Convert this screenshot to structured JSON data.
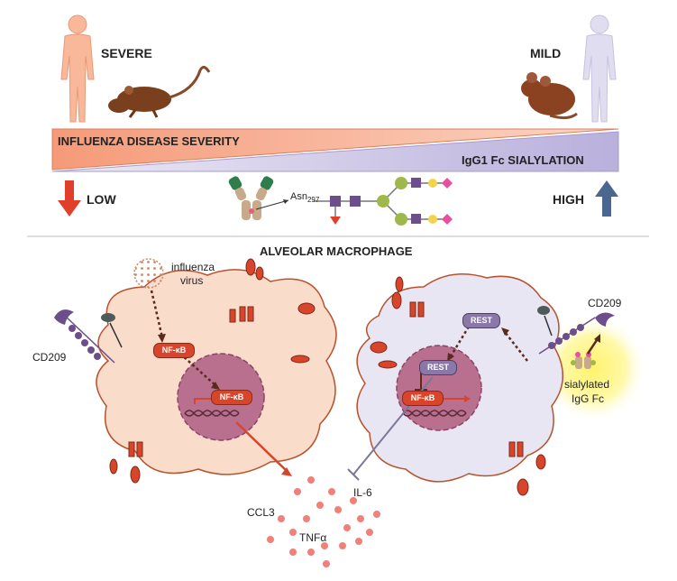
{
  "top": {
    "severe_label": "SEVERE",
    "mild_label": "MILD",
    "severity_bar_label": "INFLUENZA DISEASE SEVERITY",
    "sialylation_bar_label": "IgG1 Fc SIALYLATION",
    "low_label": "LOW",
    "high_label": "HIGH",
    "asn_label": "Asn",
    "asn_subscript": "297"
  },
  "bottom": {
    "title": "ALVEOLAR MACROPHAGE",
    "virus_label_line1": "influenza",
    "virus_label_line2": "virus",
    "left_receptor_label": "CD209",
    "right_receptor_label": "CD209",
    "nfkb_cytoplasm": "NF-κB",
    "nfkb_nucleus_left": "NF-κB",
    "nfkb_nucleus_right": "NF-κB",
    "rest_cytoplasm": "REST",
    "rest_nucleus": "REST",
    "sialylated_line1": "sialylated",
    "sialylated_line2": "IgG Fc",
    "cytokines": [
      "CCL3",
      "IL-6",
      "TNFα"
    ]
  },
  "colors": {
    "severity_bar": "#f5a88a",
    "sialylation_bar": "#cfc8e6",
    "left_cell": "#fadccb",
    "right_cell": "#e9e6f3",
    "nucleus": "#b9708f",
    "nfkb_red": "#d9452b",
    "rest_purple": "#8a79a8",
    "low_arrow": "#e0402a",
    "high_arrow": "#4b6691",
    "glow": "#fff36b"
  },
  "icons": [
    "human-figure-icon",
    "mouse-icon",
    "antibody-icon",
    "glycan-icon",
    "virus-icon",
    "dna-icon"
  ]
}
